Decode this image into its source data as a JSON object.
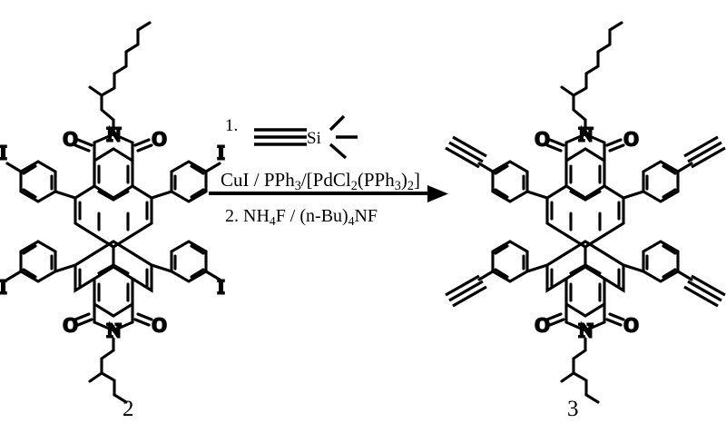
{
  "scheme": {
    "title": "Sonogashira coupling of tetrakis(4-iodophenyl) perylene diimide",
    "background_color": "#ffffff",
    "line_color": "#000000"
  },
  "reactant": {
    "compound_number": "2",
    "core": "perylene-3,4:9,10-tetracarboxylic diimide",
    "imide_nitrogen_label": "N",
    "carbonyl_oxygen_label": "O",
    "n_substituent": "2-ethylhexyl",
    "aryl_substituents": [
      {
        "position": "top-left",
        "label": "I",
        "group": "4-iodophenyl"
      },
      {
        "position": "top-right",
        "label": "I",
        "group": "4-iodophenyl"
      },
      {
        "position": "bottom-left",
        "label": "I",
        "group": "4-iodophenyl"
      },
      {
        "position": "bottom-right",
        "label": "I",
        "group": "4-iodophenyl"
      }
    ]
  },
  "product": {
    "compound_number": "3",
    "core": "perylene-3,4:9,10-tetracarboxylic diimide",
    "imide_nitrogen_label": "N",
    "carbonyl_oxygen_label": "O",
    "n_substituent": "2-ethylhexyl",
    "aryl_substituents": [
      {
        "position": "top-left",
        "group": "4-ethynylphenyl"
      },
      {
        "position": "top-right",
        "group": "4-ethynylphenyl"
      },
      {
        "position": "bottom-left",
        "group": "4-ethynylphenyl"
      },
      {
        "position": "bottom-right",
        "group": "4-ethynylphenyl"
      }
    ]
  },
  "conditions": {
    "step1_number": "1.",
    "step1_reagent_name": "trimethylsilylacetylene",
    "step1_silicon_label": "Si",
    "catalyst_line": "CuI / PPh3/[PdCl2(PPh3)2]",
    "step2_number": "2.",
    "step2_reagents": "NH4F / (n-Bu)4NF",
    "arrow": "reaction-arrow-right"
  }
}
